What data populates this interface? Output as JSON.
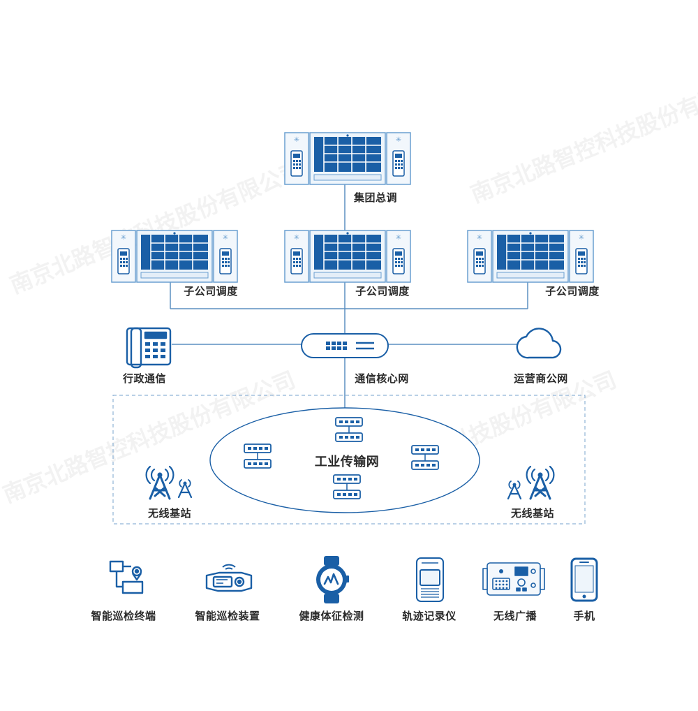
{
  "labels": {
    "group_dispatch": "集团总调",
    "sub_dispatch_left": "子公司调度",
    "sub_dispatch_center": "子公司调度",
    "sub_dispatch_right": "子公司调度",
    "admin_comm": "行政通信",
    "core_network": "通信核心网",
    "operator_network": "运营商公网",
    "industrial_network": "工业传输网",
    "base_station_left": "无线基站",
    "base_station_right": "无线基站"
  },
  "devices": [
    {
      "label": "智能巡检终端",
      "icon": "inspection-terminal-icon"
    },
    {
      "label": "智能巡检装置",
      "icon": "inspection-device-icon"
    },
    {
      "label": "健康体征检测",
      "icon": "health-watch-icon"
    },
    {
      "label": "轨迹记录仪",
      "icon": "track-recorder-icon"
    },
    {
      "label": "无线广播",
      "icon": "wireless-broadcast-icon"
    },
    {
      "label": "手机",
      "icon": "mobile-phone-icon"
    }
  ],
  "watermark": "南京北路智控科技股份有限公司",
  "colors": {
    "primary": "#1a5fa6",
    "line": "#5b8fc0",
    "panel_bg": "#eef5fb",
    "dashed_border": "#8fb3d6"
  }
}
